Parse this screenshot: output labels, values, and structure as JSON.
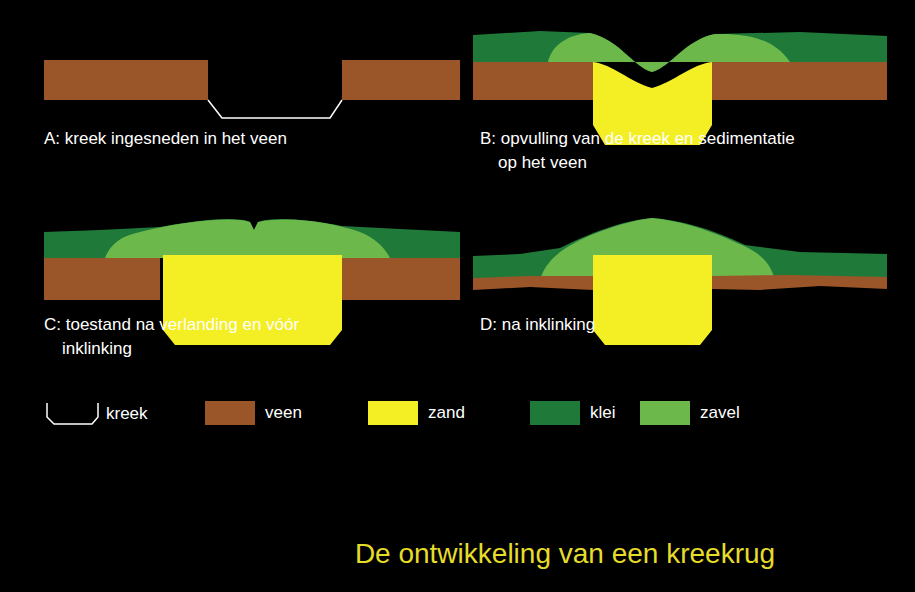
{
  "diagram": {
    "title": "De ontwikkeling van een kreekrug",
    "labels": [
      "A: kreek ingesneden in het veen",
      "B: opvulling van de kreek en sedimentatie op het veen",
      "C: toestand na verlanding en vóór inklinking",
      "D: na inklinking"
    ],
    "legend": [
      {
        "text": "kreek"
      },
      {
        "text": "veen",
        "color": "#9a5628"
      },
      {
        "text": "zand",
        "color": "#f4ee24"
      },
      {
        "text": "klei",
        "color": "#1f7a3a"
      },
      {
        "text": "zavel",
        "color": "#6cb84a"
      }
    ]
  }
}
